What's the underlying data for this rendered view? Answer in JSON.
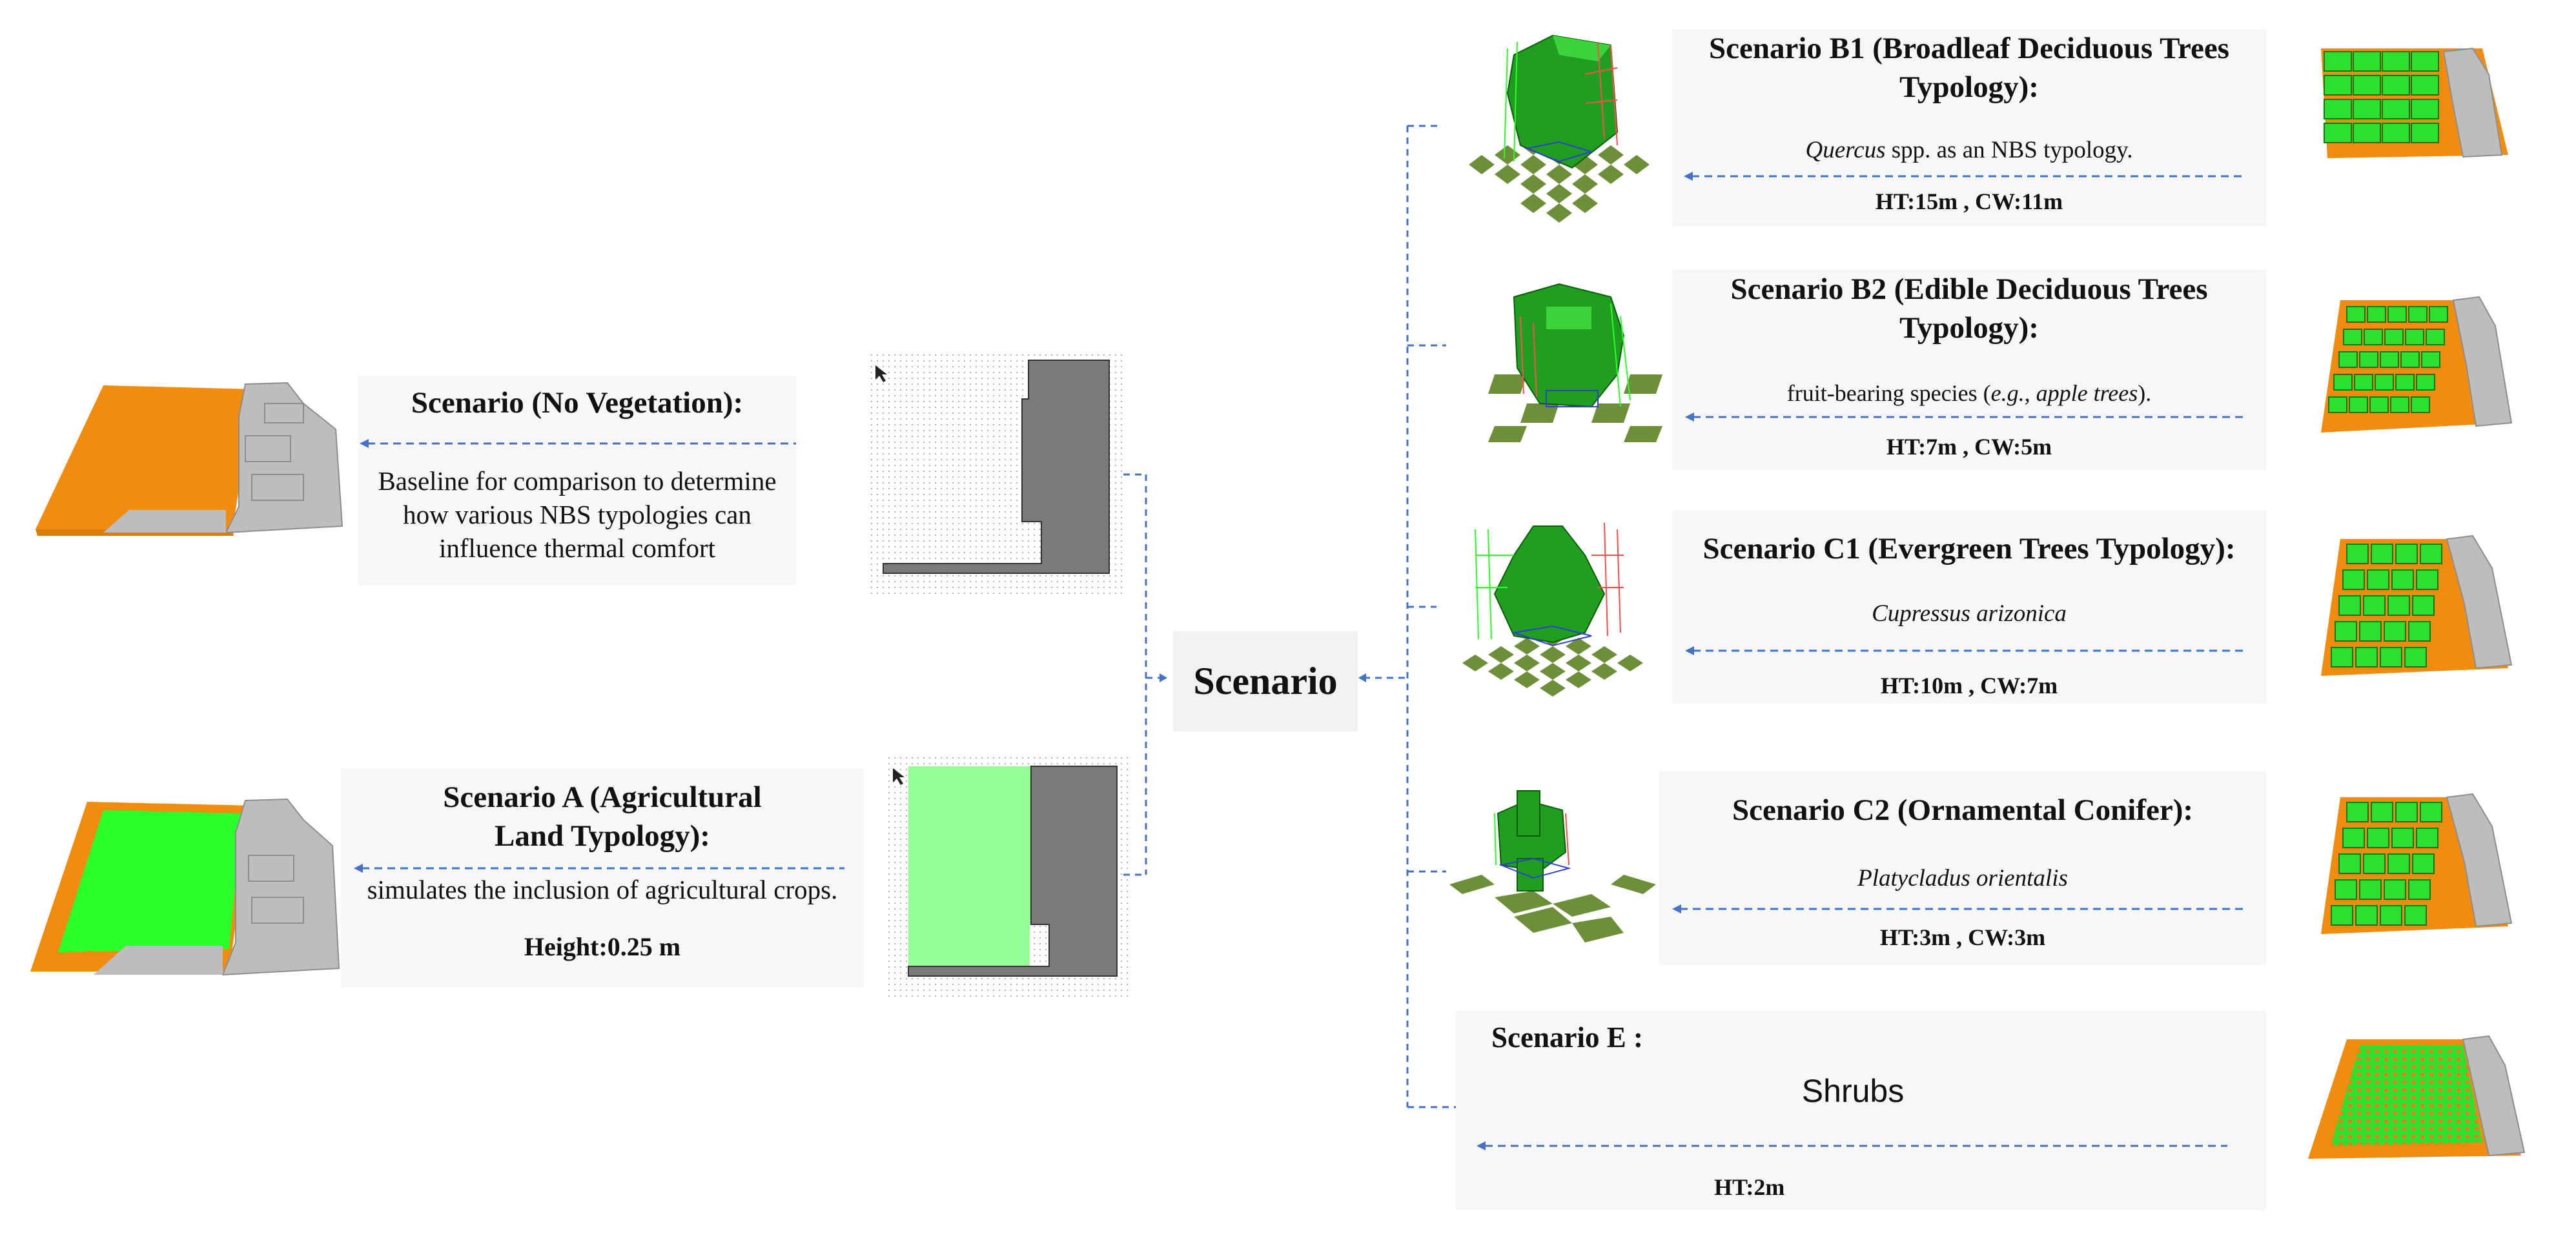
{
  "center": {
    "label": "Scenario"
  },
  "colors": {
    "ground_orange": "#f28c0f",
    "grass_green": "#2bff2b",
    "tree_green": "#1fa81f",
    "building_gray": "#bdbdbd",
    "connector_blue": "#4472c4"
  },
  "left_scenarios": [
    {
      "id": "no-vegetation",
      "title": "Scenario (No Vegetation):",
      "description": "Baseline for comparison to determine how various NBS typologies can influence thermal comfort"
    },
    {
      "id": "a",
      "title": "Scenario A (Agricultural Land Typology):",
      "description": "simulates the inclusion of agricultural crops.",
      "spec": "Height:0.25 m"
    }
  ],
  "right_scenarios": [
    {
      "id": "b1",
      "title": "Scenario B1 (Broadleaf Deciduous Trees Typology):",
      "species_italic": "Quercus",
      "species_rest": " spp. as an NBS typology.",
      "spec": "HT:15m , CW:11m"
    },
    {
      "id": "b2",
      "title": "Scenario B2 (Edible Deciduous Trees Typology):",
      "desc_part1": "fruit-bearing species (",
      "desc_italic1": "e.g., apple trees",
      "desc_part2": ").",
      "spec": "HT:7m , CW:5m"
    },
    {
      "id": "c1",
      "title": "Scenario C1 (Evergreen Trees Typology):",
      "species_italic": "Cupressus arizonica",
      "spec": "HT:10m , CW:7m"
    },
    {
      "id": "c2",
      "title": "Scenario C2 (Ornamental Conifer):",
      "species_italic": "Platycladus orientalis",
      "spec": "HT:3m , CW:3m"
    },
    {
      "id": "e",
      "title": "Scenario E :",
      "description": "Shrubs",
      "spec": "HT:2m"
    }
  ]
}
